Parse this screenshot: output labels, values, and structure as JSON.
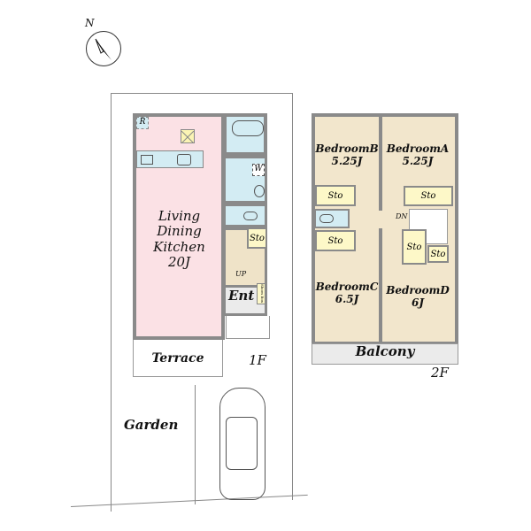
{
  "compass": {
    "north_label": "N"
  },
  "floor1": {
    "label": "1F",
    "ldk": {
      "line1": "Living",
      "line2": "Dining",
      "line3": "Kitchen",
      "size": "20J"
    },
    "refrigerator": "R",
    "washer": "W",
    "storage": "Sto",
    "stairs": "UP",
    "entrance": "Ent",
    "shoe_box": "Shoes Box",
    "terrace": "Terrace"
  },
  "floor2": {
    "label": "2F",
    "bedroomB": {
      "name": "BedroomB",
      "size": "5.25J"
    },
    "bedroomA": {
      "name": "BedroomA",
      "size": "5.25J"
    },
    "bedroomC": {
      "name": "BedroomC",
      "size": "6.5J"
    },
    "bedroomD": {
      "name": "BedroomD",
      "size": "6J"
    },
    "storage": "Sto",
    "stairs": "DN",
    "balcony": "Balcony"
  },
  "site": {
    "garden": "Garden"
  }
}
